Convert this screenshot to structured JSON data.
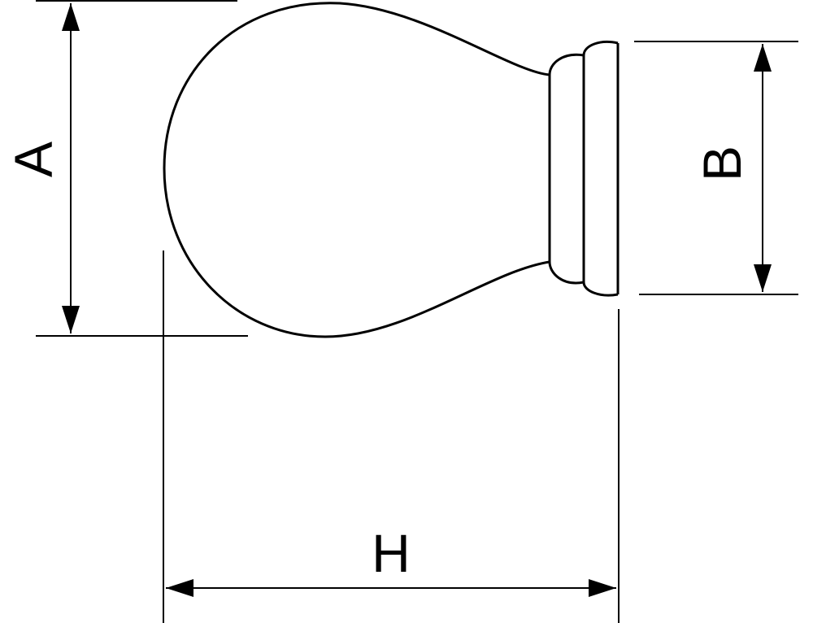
{
  "diagram": {
    "labels": {
      "a": "A",
      "b": "B",
      "h": "H"
    },
    "colors": {
      "line": "#000000",
      "background": "#ffffff"
    }
  }
}
